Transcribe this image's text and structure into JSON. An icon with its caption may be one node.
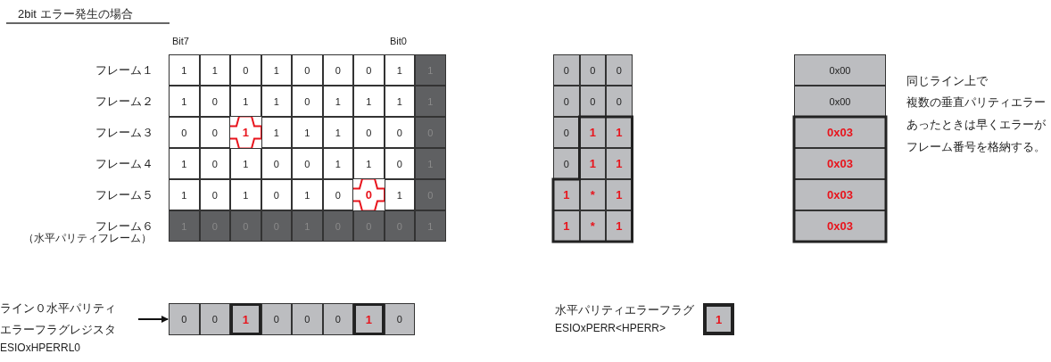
{
  "diagram": {
    "title": "2bit エラー発生の場合",
    "nodes": [
      {
        "text": [
          "ライン０水平パリティエラーフラグレジスタ",
          "ESIOxHPERRL0"
        ]
      },
      {
        "text": [
          "0",
          "0",
          "1",
          "0",
          "0",
          "0",
          "1",
          "0"
        ]
      }
    ],
    "edges": [
      {
        "from": 0,
        "to": 1,
        "arrow": "to"
      }
    ],
    "labels": [
      "Bit7",
      "Bit0",
      "フレーム１",
      "フレーム２",
      "フレーム３",
      "フレーム４",
      "フレーム５",
      "フレーム６",
      "（水平パリティフレーム）",
      "1",
      "1",
      "0",
      "1",
      "0",
      "0",
      "0",
      "1",
      "1",
      "1",
      "0",
      "1",
      "1",
      "0",
      "1",
      "1",
      "1",
      "1",
      "0",
      "0",
      "1",
      "1",
      "1",
      "1",
      "0",
      "0",
      "0",
      "1",
      "0",
      "1",
      "0",
      "0",
      "1",
      "1",
      "0",
      "1",
      "1",
      "0",
      "1",
      "0",
      "1",
      "0",
      "0",
      "1",
      "0",
      "1",
      "0",
      "0",
      "0",
      "1",
      "0",
      "0",
      "0",
      "1",
      "0",
      "0",
      "0",
      "0",
      "0",
      "0",
      "0",
      "1",
      "1",
      "0",
      "1",
      "1",
      "1",
      "*",
      "1",
      "1",
      "*",
      "1",
      "0x00",
      "0x00",
      "0x03",
      "0x03",
      "0x03",
      "0x03",
      "同じライン上で",
      "複数の垂直パリティエラー",
      "あったときは早くエラーが",
      "フレーム番号を格納する。",
      "水平パリティエラーフラグ",
      "ESIOxPERR<HPERR>",
      "1"
    ]
  }
}
